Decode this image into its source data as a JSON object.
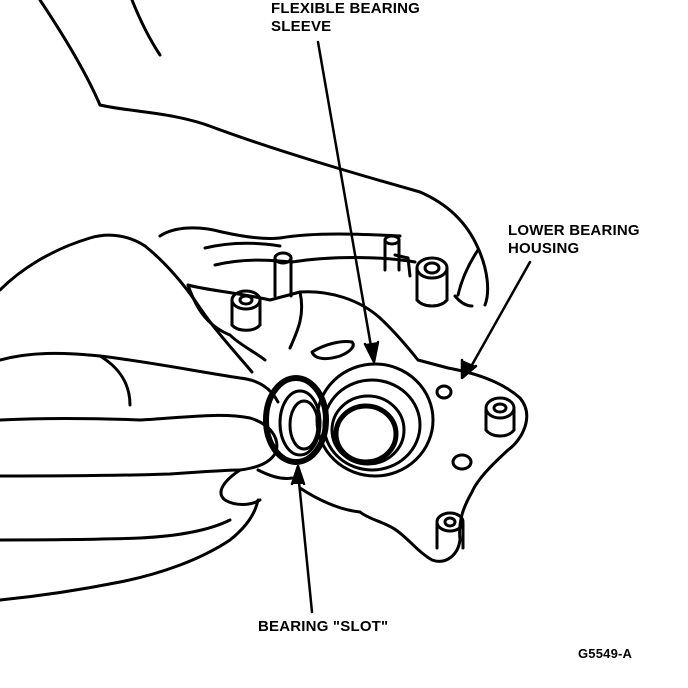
{
  "figure": {
    "callouts": {
      "flexible_bearing_sleeve": [
        "FLEXIBLE BEARING",
        "SLEEVE"
      ],
      "lower_bearing_housing": [
        "LOWER BEARING",
        "HOUSING"
      ],
      "bearing_slot": "BEARING \"SLOT\""
    },
    "figure_number": "G5549-A"
  },
  "colors": {
    "ink": "#000000",
    "paper": "#ffffff"
  }
}
